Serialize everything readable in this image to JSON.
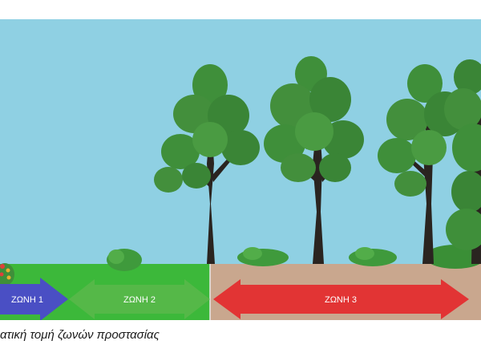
{
  "zones": [
    {
      "label": "ΖΩΝΗ 1",
      "color": "#4a4fc4"
    },
    {
      "label": "ΖΩΝΗ 2",
      "color": "#55b848"
    },
    {
      "label": "ΖΩΝΗ 3",
      "color": "#e23434"
    }
  ],
  "colors": {
    "sky": "#8fd0e3",
    "grass": "#3cb83a",
    "soil": "#c9a78e",
    "foliage": "#3f8f3a",
    "trunk": "#2a2420"
  },
  "caption": "ατική τομή ζωνών προστασίας"
}
